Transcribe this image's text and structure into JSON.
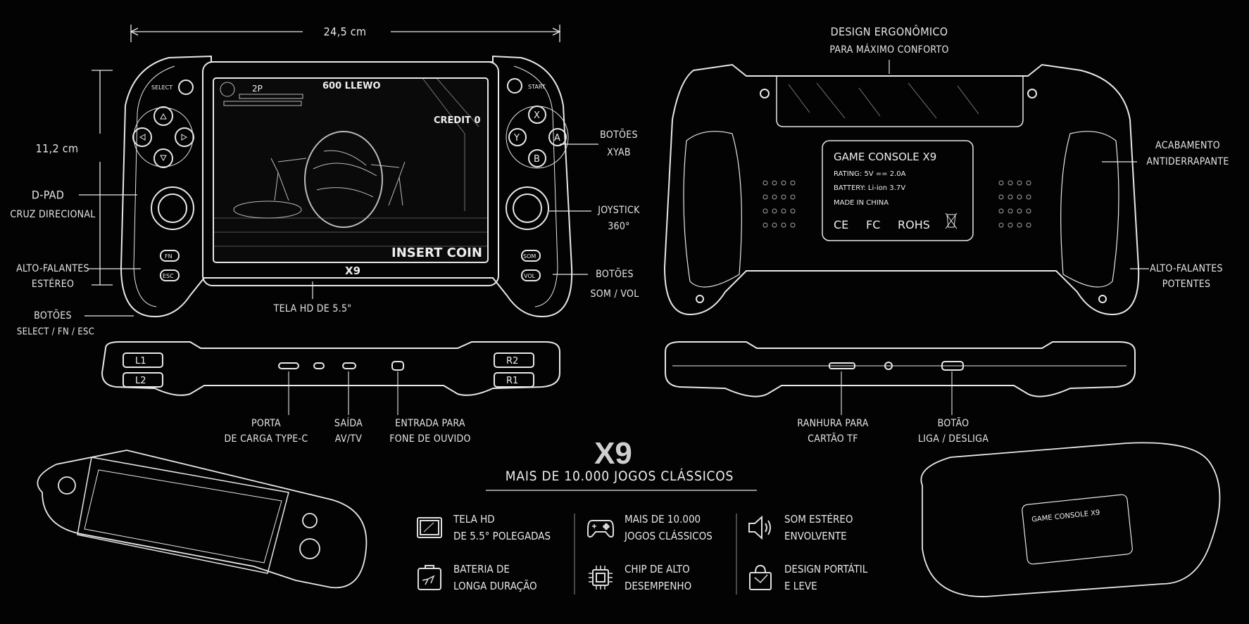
{
  "dimensions": {
    "width": "24,5 cm",
    "height": "11,2 cm"
  },
  "front": {
    "screen_caption": "TELA HD DE 5.5\"",
    "brand": "X9",
    "select": "SELECT",
    "start": "START",
    "buttons": {
      "x": "X",
      "y": "Y",
      "a": "A",
      "b": "B"
    },
    "fn": "FN",
    "esc": "ESC",
    "som": "SOM",
    "vol": "VOL",
    "game": {
      "score": "600 LLEWO",
      "player": "2P",
      "credit": "CREDIT 0",
      "insert": "INSERT COIN"
    }
  },
  "front_callouts": {
    "dpad": [
      "D-PAD",
      "CRUZ DIRECIONAL"
    ],
    "speakers": [
      "ALTO-FALANTES",
      "ESTÉREO"
    ],
    "select_buttons": [
      "BOTÕES",
      "SELECT / FN / ESC"
    ],
    "xyab": [
      "BOTÕES",
      "XYAB"
    ],
    "joystick": [
      "JOYSTICK",
      "360°"
    ],
    "som_vol": [
      "BOTÕES",
      "SOM / VOL"
    ]
  },
  "back": {
    "headline": [
      "DESIGN ERGONÔMICO",
      "PARA MÁXIMO CONFORTO"
    ],
    "plate": {
      "title": "GAME CONSOLE X9",
      "rating": "RATING: 5V == 2.0A",
      "battery": "BATTERY: Li-ion 3.7V",
      "made": "MADE IN CHINA",
      "certs": [
        "CE",
        "FC",
        "ROHS"
      ]
    },
    "grip": [
      "ACABAMENTO",
      "ANTIDERRAPANTE"
    ],
    "speakers": [
      "ALTO-FALANTES",
      "POTENTES"
    ]
  },
  "side": {
    "shoulders": [
      "L1",
      "L2",
      "R2",
      "R1"
    ],
    "ports": [
      [
        "PORTA",
        "DE CARGA TYPE-C"
      ],
      [
        "SAÍDA",
        "AV/TV"
      ],
      [
        "ENTRADA PARA",
        "FONE DE OUVIDO"
      ],
      [
        "RANHURA PARA",
        "CARTÃO TF"
      ],
      [
        "BOTÃO",
        "LIGA / DESLIGA"
      ]
    ]
  },
  "hero": {
    "title": "X9",
    "subtitle": "MAIS DE 10.000 JOGOS CLÁSSICOS"
  },
  "features": [
    {
      "icon": "tablet-icon",
      "lines": [
        "TELA HD",
        "DE 5.5° POLEGADAS"
      ]
    },
    {
      "icon": "gamepad-icon",
      "lines": [
        "MAIS DE 10.000",
        "JOGOS CLÁSSICOS"
      ]
    },
    {
      "icon": "speaker-icon",
      "lines": [
        "SOM ESTÉREO",
        "ENVOLVENTE"
      ]
    },
    {
      "icon": "battery-icon",
      "lines": [
        "BATERIA DE",
        "LONGA DURAÇÃO"
      ]
    },
    {
      "icon": "chip-icon",
      "lines": [
        "CHIP DE ALTO",
        "DESEMPENHO"
      ]
    },
    {
      "icon": "bag-icon",
      "lines": [
        "DESIGN PORTÁTIL",
        "E LEVE"
      ]
    }
  ]
}
